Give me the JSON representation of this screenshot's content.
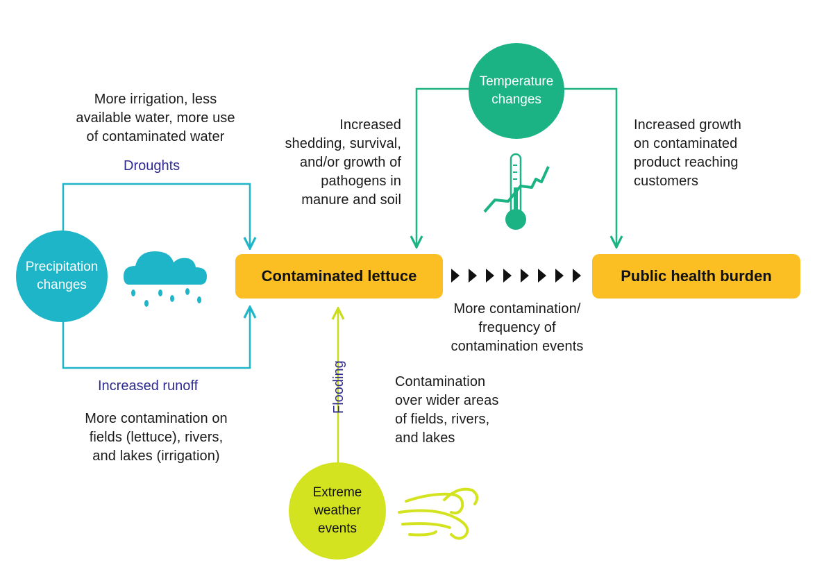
{
  "nodes": {
    "precipitation": "Precipitation\nchanges",
    "temperature": "Temperature\nchanges",
    "extreme_weather": "Extreme\nweather\nevents",
    "contaminated_lettuce": "Contaminated lettuce",
    "public_health": "Public health burden"
  },
  "edge_labels": {
    "droughts": "Droughts",
    "increased_runoff": "Increased runoff",
    "flooding": "Flooding"
  },
  "annotations": {
    "droughts_note": "More irrigation, less\navailable water, more use\nof contaminated water",
    "runoff_note": "More contamination on\nfields (lettuce), rivers,\nand lakes (irrigation)",
    "temperature_left_note": "Increased\nshedding, survival,\nand/or growth of\npathogens in\nmanure and soil",
    "temperature_right_note": "Increased growth\non contaminated\nproduct reaching\ncustomers",
    "flooding_note": "Contamination\nover wider areas\nof fields, rivers,\nand lakes",
    "chain_note": "More contamination/\nfrequency of\ncontamination events"
  },
  "colors": {
    "teal": "#1fb5c9",
    "green": "#1bb383",
    "lime": "#d4e31f",
    "yellow": "#fbbf24",
    "purple": "#2e2a8f"
  },
  "icons": [
    "rain-cloud-icon",
    "thermometer-rising-icon",
    "wind-icon",
    "arrow-chain-icon"
  ]
}
